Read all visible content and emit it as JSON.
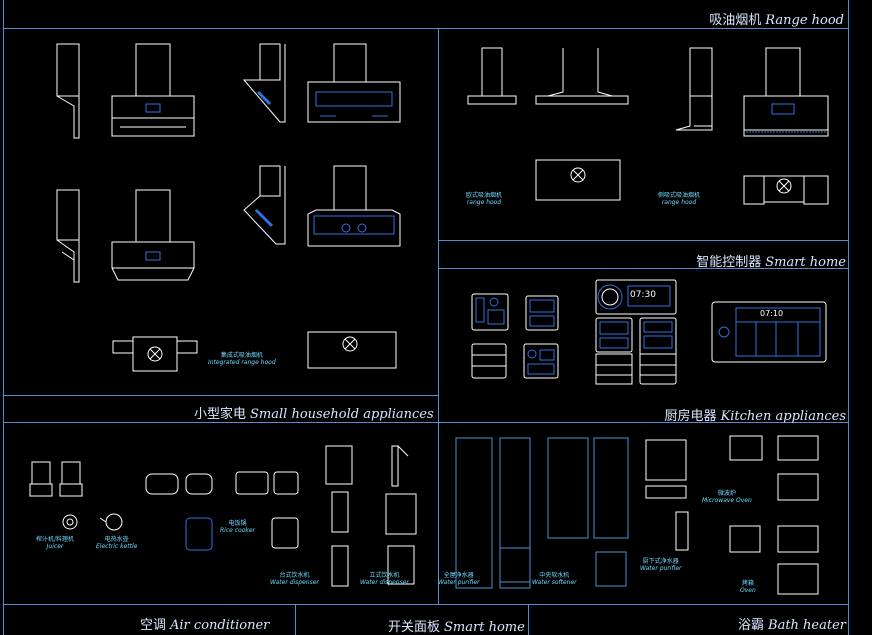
{
  "sections": {
    "range_hood": {
      "cn": "吸油烟机",
      "en": "Range hood"
    },
    "smart_home_control": {
      "cn": "智能控制器",
      "en": "Smart home"
    },
    "small_appliances": {
      "cn": "小型家电",
      "en": "Small household appliances"
    },
    "kitchen_appliances": {
      "cn": "厨房电器",
      "en": "Kitchen appliances"
    },
    "air_conditioner": {
      "cn": "空调",
      "en": "Air conditioner"
    },
    "switch_panel": {
      "cn": "开关面板",
      "en": "Smart home"
    },
    "bath_heater": {
      "cn": "浴霸",
      "en": "Bath heater"
    }
  },
  "labels": {
    "integrated_hood": {
      "cn": "集成式吸油烟机",
      "en": "Integrated range hood"
    },
    "european_hood": {
      "cn": "欧式吸油烟机",
      "en": "range hood"
    },
    "side_hood": {
      "cn": "侧吸式吸油烟机",
      "en": "range hood"
    },
    "juicer": {
      "cn": "榨汁机/料理机",
      "en": "Juicer"
    },
    "kettle": {
      "cn": "电热水壶",
      "en": "Electric kettle"
    },
    "rice_cooker": {
      "cn": "电饭锅",
      "en": "Rice cooker"
    },
    "water_dispenser_desk": {
      "cn": "台式饮水机",
      "en": "Water dispenser"
    },
    "water_dispenser_floor": {
      "cn": "立式饮水机",
      "en": "Water dispenser"
    },
    "water_purifier": {
      "cn": "全屋净水器",
      "en": "Water purifier"
    },
    "water_softener": {
      "cn": "中央软水机",
      "en": "Water softener"
    },
    "undersink_purifier": {
      "cn": "厨下式净水器",
      "en": "Water purifier"
    },
    "microwave": {
      "cn": "微波炉",
      "en": "Microwave Oven"
    },
    "oven": {
      "cn": "烤箱",
      "en": "Oven"
    }
  },
  "displays": {
    "clock_a": "07:30",
    "clock_b": "07:10"
  },
  "colors": {
    "frame": "#4f8fd0",
    "drawing": "#ffffff",
    "accent": "#2f6fe0",
    "label": "#6fd9ff"
  }
}
